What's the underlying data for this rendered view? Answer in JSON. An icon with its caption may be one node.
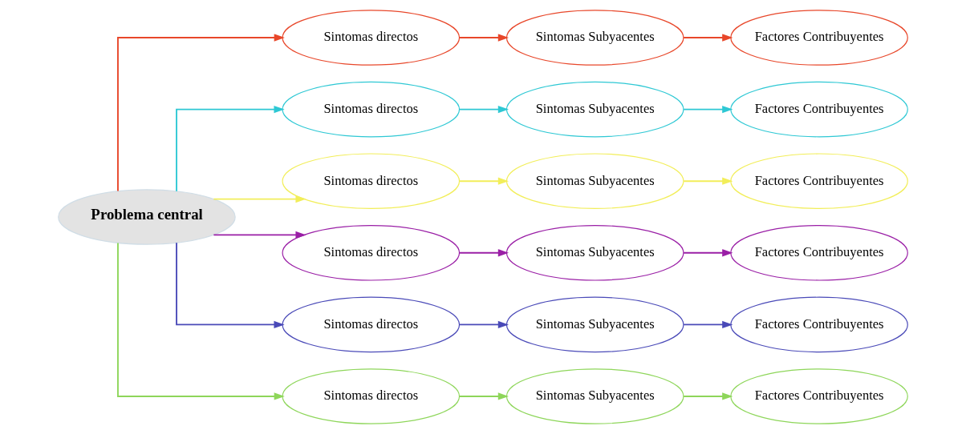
{
  "diagram": {
    "nodes": [
      {
        "text": [
          "Problema central"
        ]
      },
      {
        "text": [
          "Sintomas directos"
        ]
      },
      {
        "text": [
          "Sintomas Subyacentes"
        ]
      },
      {
        "text": [
          "Factores Contribuyentes"
        ]
      },
      {
        "text": [
          "Sintomas directos"
        ]
      },
      {
        "text": [
          "Sintomas Subyacentes"
        ]
      },
      {
        "text": [
          "Factores Contribuyentes"
        ]
      },
      {
        "text": [
          "Sintomas directos"
        ]
      },
      {
        "text": [
          "Sintomas Subyacentes"
        ]
      },
      {
        "text": [
          "Factores Contribuyentes"
        ]
      },
      {
        "text": [
          "Sintomas directos"
        ]
      },
      {
        "text": [
          "Sintomas Subyacentes"
        ]
      },
      {
        "text": [
          "Factores Contribuyentes"
        ]
      },
      {
        "text": [
          "Sintomas directos"
        ]
      },
      {
        "text": [
          "Sintomas Subyacentes"
        ]
      },
      {
        "text": [
          "Factores Contribuyentes"
        ]
      },
      {
        "text": [
          "Sintomas directos"
        ]
      },
      {
        "text": [
          "Sintomas Subyacentes"
        ]
      },
      {
        "text": [
          "Factores Contribuyentes"
        ]
      }
    ],
    "edges": [
      {
        "from": 0,
        "to": 1,
        "arrow": "to",
        "color": "#e8472a"
      },
      {
        "from": 1,
        "to": 2,
        "arrow": "to",
        "color": "#e8472a"
      },
      {
        "from": 2,
        "to": 3,
        "arrow": "to",
        "color": "#e8472a"
      },
      {
        "from": 0,
        "to": 4,
        "arrow": "to",
        "color": "#2ec8d4"
      },
      {
        "from": 4,
        "to": 5,
        "arrow": "to",
        "color": "#2ec8d4"
      },
      {
        "from": 5,
        "to": 6,
        "arrow": "to",
        "color": "#2ec8d4"
      },
      {
        "from": 0,
        "to": 7,
        "arrow": "to",
        "color": "#f2ee5a"
      },
      {
        "from": 7,
        "to": 8,
        "arrow": "to",
        "color": "#f2ee5a"
      },
      {
        "from": 8,
        "to": 9,
        "arrow": "to",
        "color": "#f2ee5a"
      },
      {
        "from": 0,
        "to": 10,
        "arrow": "to",
        "color": "#9a1fa6"
      },
      {
        "from": 10,
        "to": 11,
        "arrow": "to",
        "color": "#9a1fa6"
      },
      {
        "from": 11,
        "to": 12,
        "arrow": "to",
        "color": "#9a1fa6"
      },
      {
        "from": 0,
        "to": 13,
        "arrow": "to",
        "color": "#4a4ab8"
      },
      {
        "from": 13,
        "to": 14,
        "arrow": "to",
        "color": "#4a4ab8"
      },
      {
        "from": 14,
        "to": 15,
        "arrow": "to",
        "color": "#4a4ab8"
      },
      {
        "from": 0,
        "to": 16,
        "arrow": "to",
        "color": "#8ed65a"
      },
      {
        "from": 16,
        "to": 17,
        "arrow": "to",
        "color": "#8ed65a"
      },
      {
        "from": 17,
        "to": 18,
        "arrow": "to",
        "color": "#8ed65a"
      }
    ]
  }
}
